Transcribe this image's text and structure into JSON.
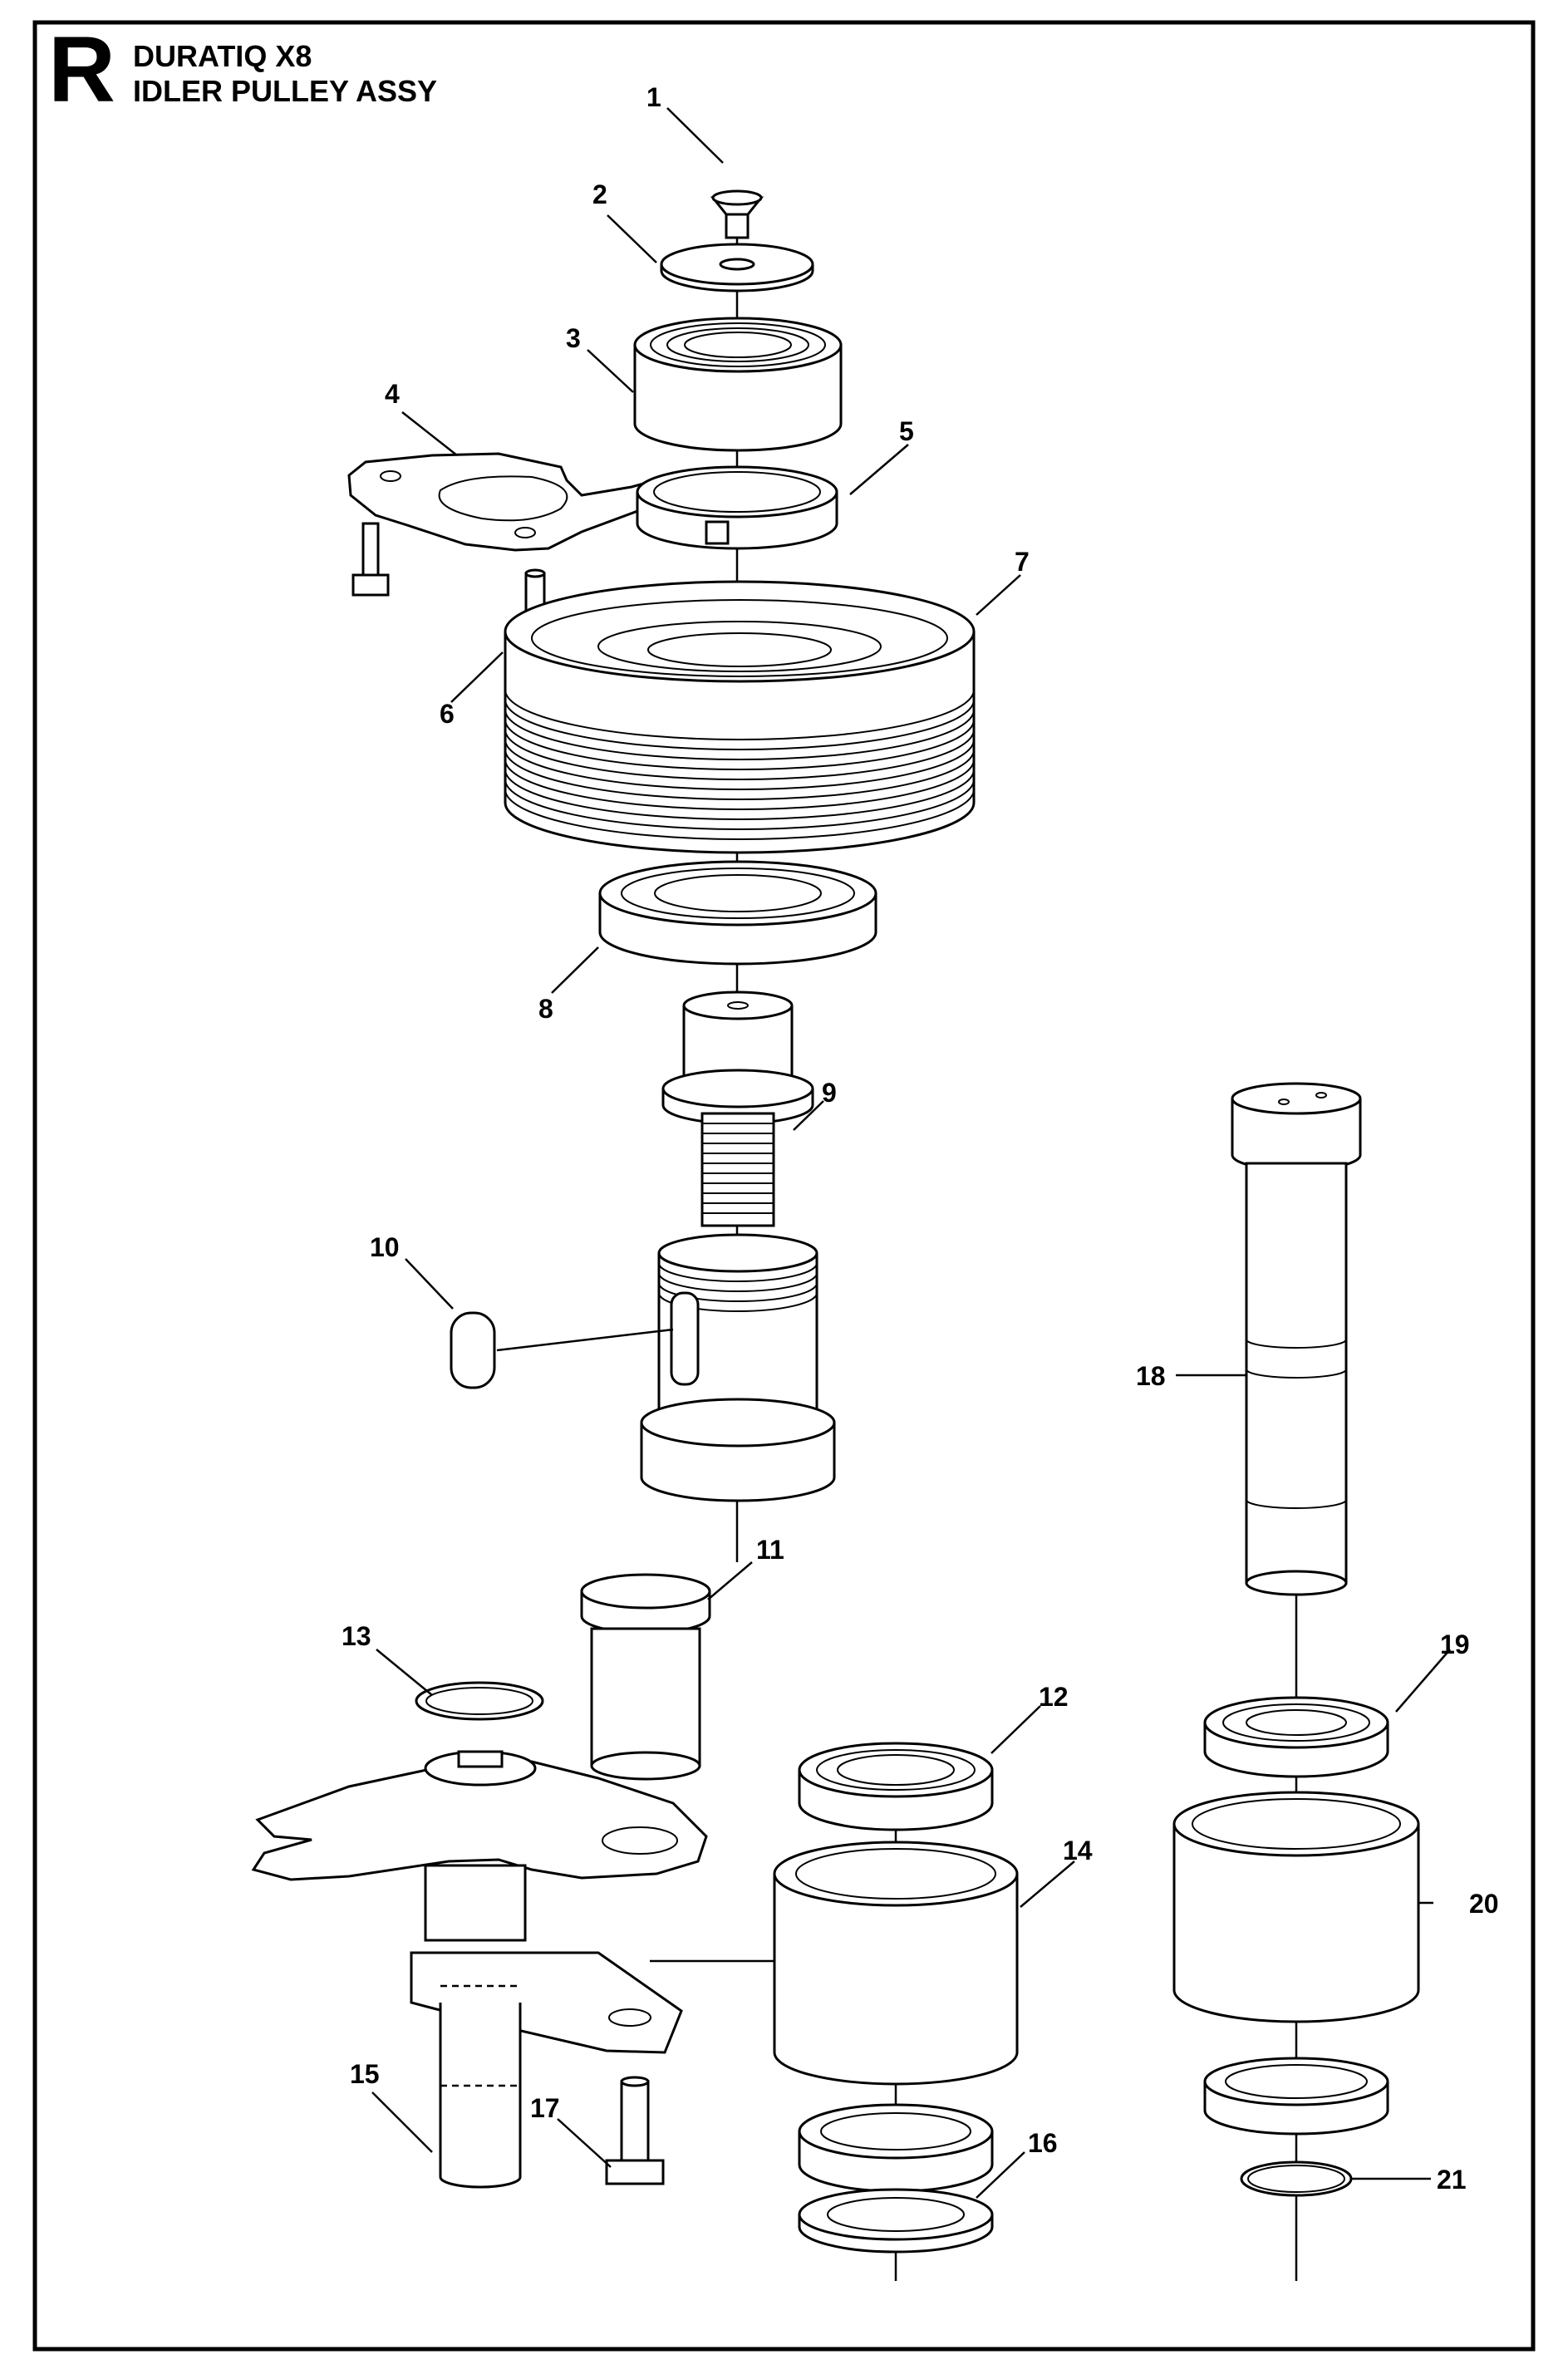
{
  "header": {
    "section_letter": "R",
    "model": "DURATIQ X8",
    "assembly": "IDLER PULLEY ASSY"
  },
  "callouts": [
    "1",
    "2",
    "3",
    "4",
    "5",
    "6",
    "7",
    "8",
    "9",
    "10",
    "11",
    "12",
    "13",
    "14",
    "15",
    "16",
    "17",
    "18",
    "19",
    "20",
    "21"
  ]
}
